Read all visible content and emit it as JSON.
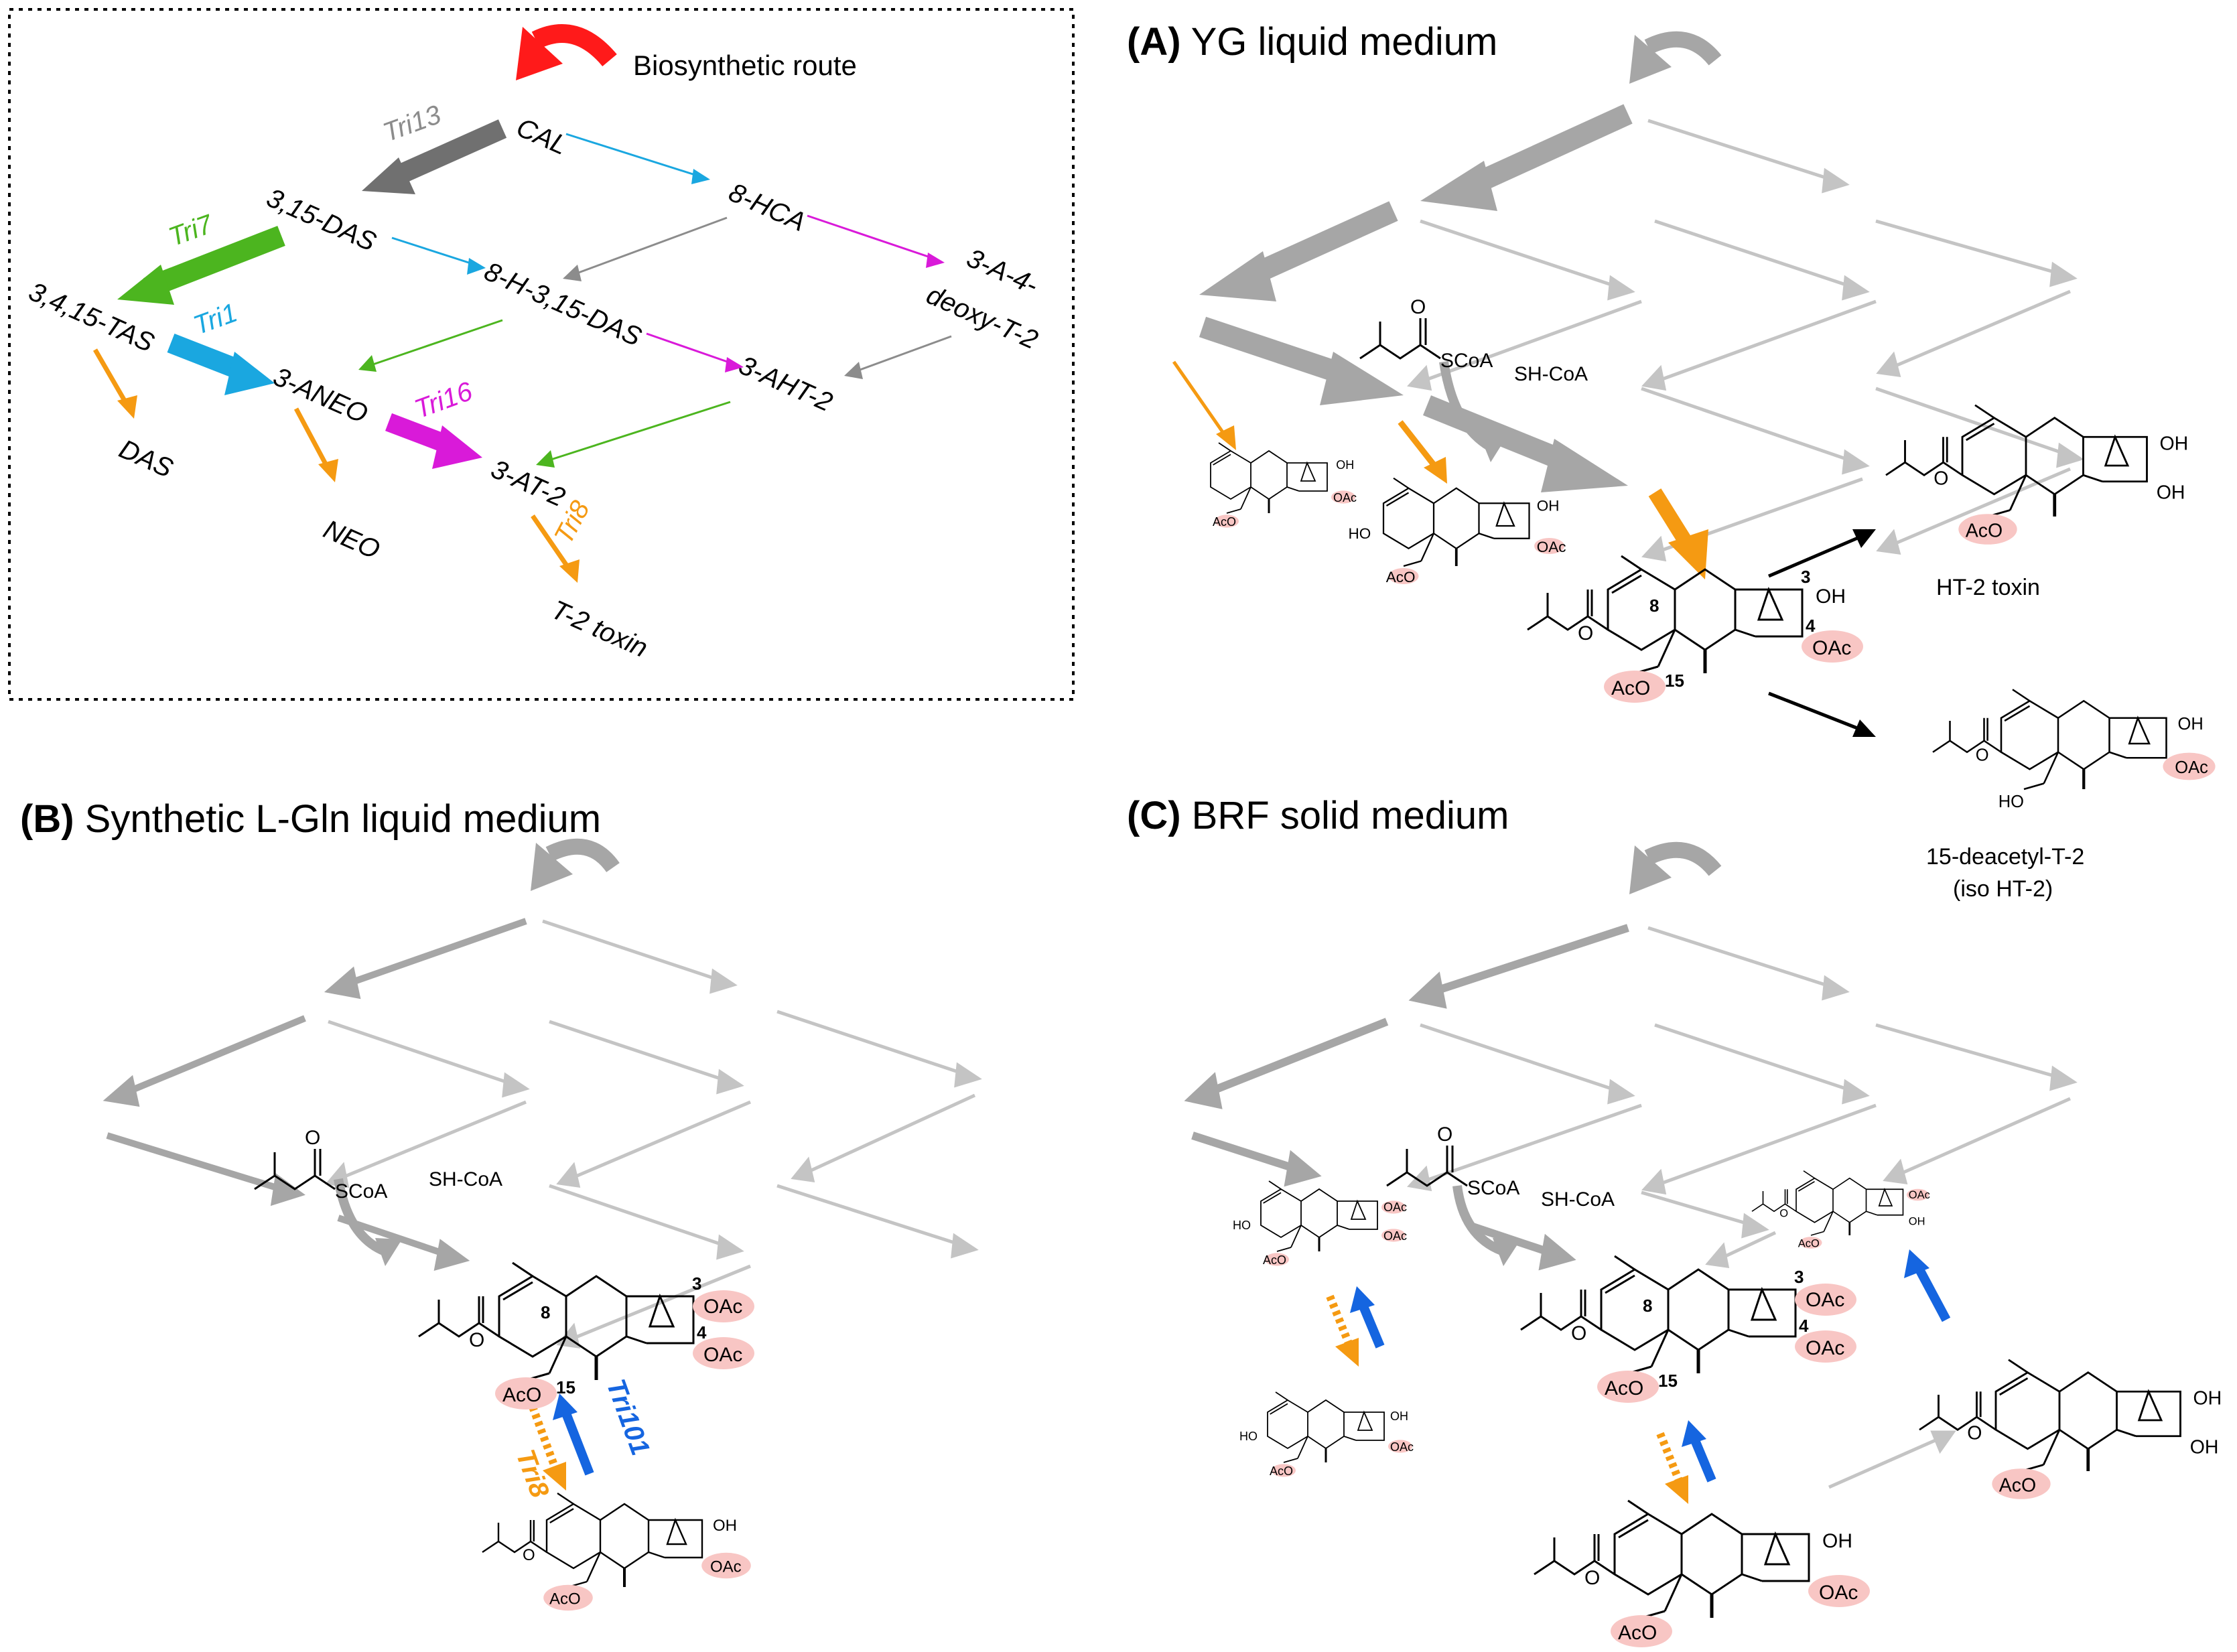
{
  "legend": {
    "route_label": "Biosynthetic route",
    "route_color": "#ff1a1a"
  },
  "pathway": {
    "nodes": {
      "cal": "CAL",
      "das_315": "3,15-DAS",
      "hca8": "8-HCA",
      "tas": "3,4,15-TAS",
      "h315das": "8-H-3,15-DAS",
      "a4deoxy_l1": "3-A-4-",
      "a4deoxy_l2": "deoxy-T-2",
      "aneo": "3-ANEO",
      "aht2": "3-AHT-2",
      "das": "DAS",
      "neo": "NEO",
      "at2": "3-AT-2",
      "t2": "T-2 toxin"
    },
    "genes": {
      "tri13": "Tri13",
      "tri7": "Tri7",
      "tri1": "Tri1",
      "tri16": "Tri16",
      "tri8": "Tri8"
    },
    "colors": {
      "tri13": "#8c8c8c",
      "tri7": "#4cb51f",
      "tri1": "#1aa7e0",
      "tri16": "#d91ad9",
      "tri8": "#f59a12"
    }
  },
  "panels": {
    "a": {
      "letter": "(A)",
      "title": "YG liquid medium"
    },
    "b": {
      "letter": "(B)",
      "title": "Synthetic L-Gln liquid medium"
    },
    "c": {
      "letter": "(C)",
      "title": "BRF solid medium"
    }
  },
  "products": {
    "ht2": "HT-2 toxin",
    "iso_l1": "15-deacetyl-T-2",
    "iso_l2": "(iso HT-2)"
  },
  "reagents": {
    "scoa": "SCoA",
    "shcoa": "SH-CoA"
  },
  "mol": {
    "oh": "OH",
    "oac": "OAc",
    "aco": "AcO",
    "ho": "HO",
    "o": "O",
    "n3": "3",
    "n4": "4",
    "n8": "8",
    "n15": "15"
  },
  "panel_b_genes": {
    "tri8": "Tri8",
    "tri101": "Tri101"
  },
  "arrow_colors": {
    "grey": "#a6a6a6",
    "light": "#c4c4c4",
    "orange": "#f59a12",
    "blue": "#1565e0",
    "highlight": "#f8c6c4"
  }
}
